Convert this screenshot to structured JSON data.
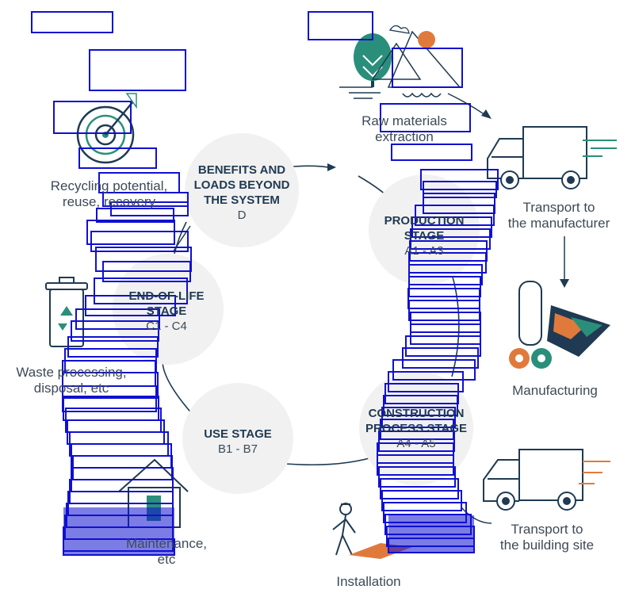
{
  "stages": {
    "benefits": {
      "title_line1": "BENEFITS AND",
      "title_line2": "LOADS BEYOND",
      "title_line3": "THE SYSTEM",
      "code": "D"
    },
    "production": {
      "title_line1": "PRODUCTION",
      "title_line2": "STAGE",
      "code": "A1 - A3"
    },
    "construction": {
      "title_line1": "CONSTRUCTION",
      "title_line2": "PROCESS STAGE",
      "code": "A4 - A5"
    },
    "use": {
      "title_line1": "USE STAGE",
      "code": "B1 - B7"
    },
    "end_of_life": {
      "title_line1": "END-OF-LIFE",
      "title_line2": "STAGE",
      "code": "C1 - C4"
    }
  },
  "steps": {
    "raw_materials": {
      "line1": "Raw materials",
      "line2": "extraction"
    },
    "transport_manufacturer": {
      "line1": "Transport to",
      "line2": "the manufacturer"
    },
    "manufacturing": {
      "line1": "Manufacturing"
    },
    "transport_site": {
      "line1": "Transport to",
      "line2": "the building site"
    },
    "installation": {
      "line1": "Installation"
    },
    "maintenance": {
      "line1": "Maintenance,",
      "line2": "etc"
    },
    "waste": {
      "line1": "Waste processing,",
      "line2": "disposal, etc"
    },
    "recycling": {
      "line1": "Recycling potential,",
      "line2": "reuse, recovery"
    }
  },
  "colors": {
    "teal": "#2a8f7a",
    "dark": "#1f3a52",
    "orange": "#e07a3c",
    "circle_bg": "#f1f1f1",
    "annotation_blue": "#1010d0"
  }
}
